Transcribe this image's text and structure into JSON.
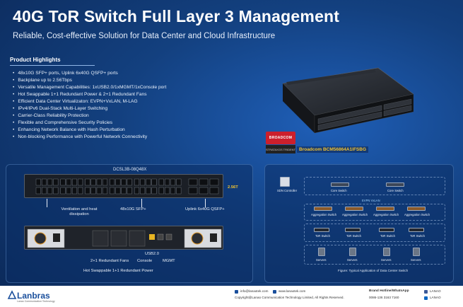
{
  "header": {
    "title": "40G ToR Switch Full Layer 3 Management",
    "subtitle": "Reliable, Cost-effective Solution for Data Center and Cloud Infrastructure"
  },
  "highlights": {
    "title": "Product Highlights",
    "items": [
      "48x10G SFP+ ports,  Uplink 6x40G QSFP+ ports",
      "Backplane up to 2.56Tbps",
      "Versatile Management Capabilities: 1xUSB2.0/1xMGMT/1xConsole port",
      "Hot Swappable 1+1 Redundant Power & 2+1 Redundant Fans",
      "Efficient Data Center Virtualizaton: EVPN+VxLAN, M-LAG",
      "IPv4/IPv6 Dual-Stack Multi-Layer Switching",
      "Carrier-Class Reliability Protection",
      "Flexible and Comprehensive Security Policies",
      "Enhancing Network Balance with Hash Perturbation",
      "Non-blocking Performance with Powerful Network Connectivity"
    ]
  },
  "chip": {
    "vendor": "BROADCOM",
    "series": "STRATAXGS TRIDENT",
    "label": "Broadcom BCM56864A1IFSBG"
  },
  "hardware": {
    "model": "DCSL3B-08Q48X",
    "speed_label": "2.56T",
    "ventilation": "Ventilation and heat dissipation",
    "sfp_ports": "48x10G SFP+",
    "uplink_ports": "Uplink 6x40G QSFP+",
    "usb": "USB2.0",
    "fans": "2+1 Redundant Fans",
    "console": "Console",
    "mgmt": "MGMT",
    "power": "Hot Swappable 1+1 Redundant Power"
  },
  "topology": {
    "controller": "SDN Controller",
    "core": "Core Switch",
    "evpn": "EVPN VxLAN",
    "aggregation": "Aggregation Switch",
    "tor": "ToR Switch",
    "servers": "Servers",
    "caption": "Figure: Typical Application of Data Center Switch"
  },
  "footer": {
    "brand": "Lanbras",
    "brand_sub": "Lanao Communication Technology",
    "email": "info@lanaotek.com",
    "website": "www.lanaotek.com",
    "copyright": "Copyright@Lanao Communication Technology Limited, All Rights Reserved.",
    "hotline_title": "Brand Hotline/WhatsApp",
    "hotline": "0086-136 3163 7160",
    "social_1": "LANAO",
    "social_2": "LANAO"
  }
}
